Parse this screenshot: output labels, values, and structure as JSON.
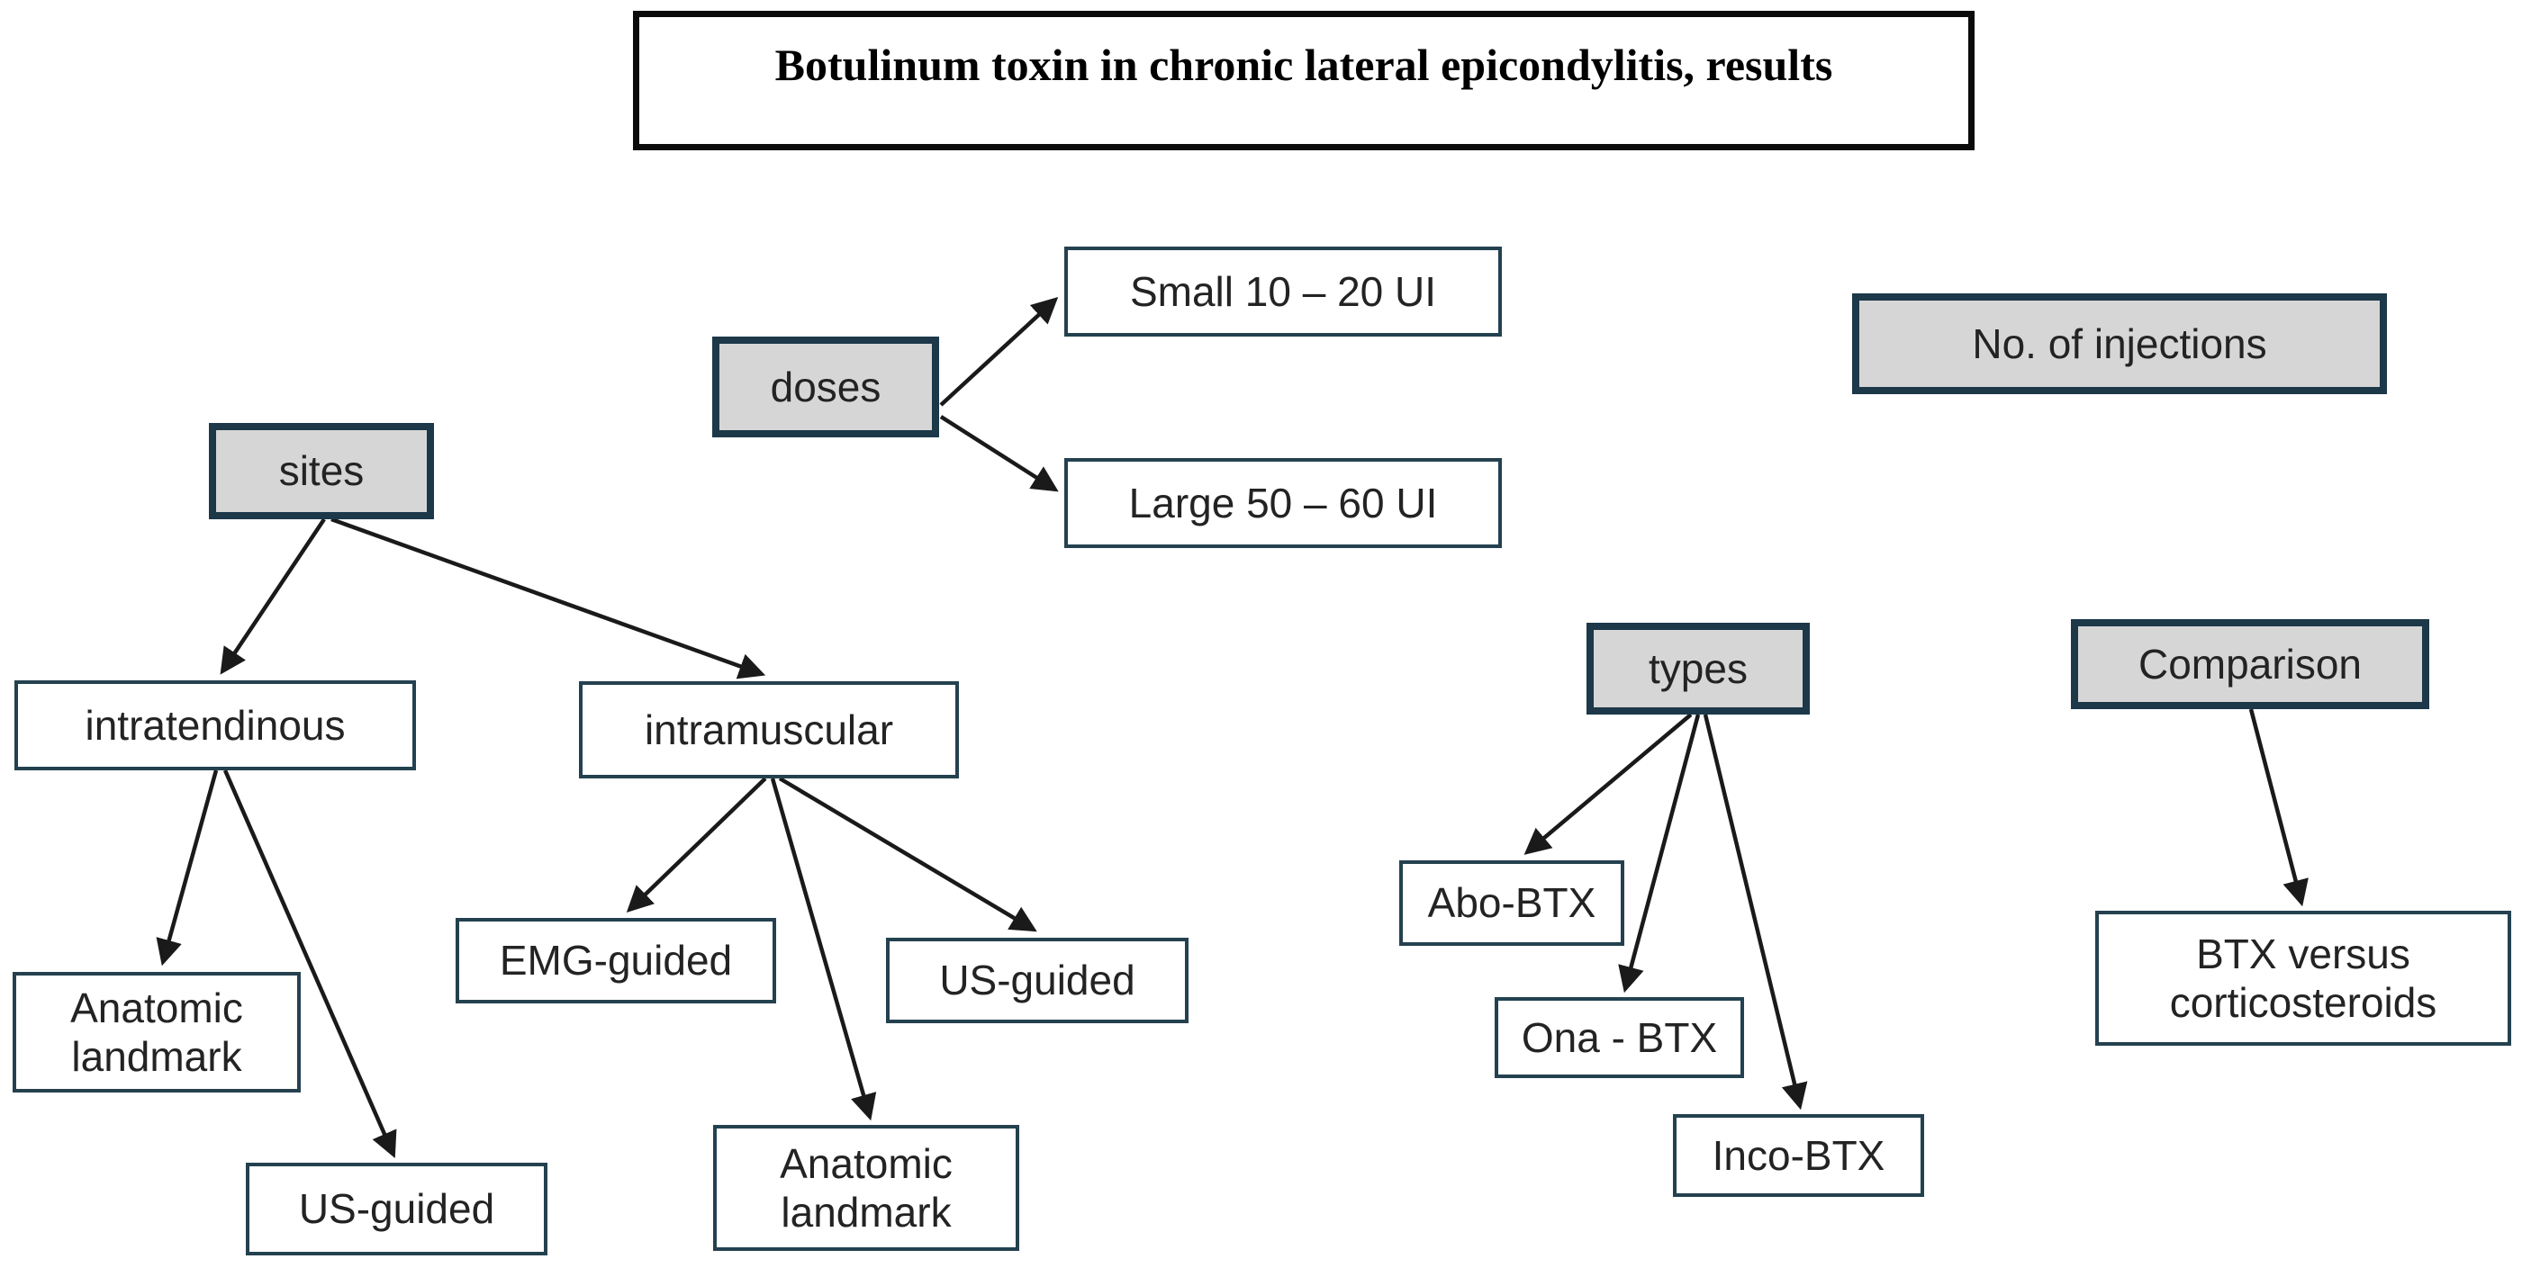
{
  "title": {
    "text": "Botulinum toxin in chronic lateral epicondylitis, results"
  },
  "colors": {
    "background": "#ffffff",
    "category_fill": "#d6d6d6",
    "category_border": "#1c3849",
    "item_border": "#24414f",
    "title_border": "#0b0b0b",
    "arrow": "#1a1a1a",
    "text": "#232323"
  },
  "nodes": {
    "doses": {
      "label": "doses",
      "kind": "category"
    },
    "small_dose": {
      "label": "Small 10 – 20 UI",
      "kind": "item"
    },
    "large_dose": {
      "label": "Large 50 – 60 UI",
      "kind": "item"
    },
    "injections": {
      "label": "No. of injections",
      "kind": "category"
    },
    "sites": {
      "label": "sites",
      "kind": "category"
    },
    "intratendinous": {
      "label": "intratendinous",
      "kind": "item"
    },
    "intramuscular": {
      "label": "intramuscular",
      "kind": "item"
    },
    "anatomic_tendon": {
      "label": "Anatomic landmark",
      "kind": "item"
    },
    "us_guided_tendon": {
      "label": "US-guided",
      "kind": "item"
    },
    "emg_guided": {
      "label": "EMG-guided",
      "kind": "item"
    },
    "anatomic_muscle": {
      "label": "Anatomic landmark",
      "kind": "item"
    },
    "us_guided_muscle": {
      "label": "US-guided",
      "kind": "item"
    },
    "types": {
      "label": "types",
      "kind": "category"
    },
    "abo_btx": {
      "label": "Abo-BTX",
      "kind": "item"
    },
    "ona_btx": {
      "label": "Ona - BTX",
      "kind": "item"
    },
    "inco_btx": {
      "label": "Inco-BTX",
      "kind": "item"
    },
    "comparison": {
      "label": "Comparison",
      "kind": "category"
    },
    "btx_vs_cortico": {
      "label": "BTX versus corticosteroids",
      "kind": "item"
    }
  },
  "edges": [
    {
      "from": "doses",
      "to": "small_dose"
    },
    {
      "from": "doses",
      "to": "large_dose"
    },
    {
      "from": "sites",
      "to": "intratendinous"
    },
    {
      "from": "sites",
      "to": "intramuscular"
    },
    {
      "from": "intratendinous",
      "to": "anatomic_tendon"
    },
    {
      "from": "intratendinous",
      "to": "us_guided_tendon"
    },
    {
      "from": "intramuscular",
      "to": "emg_guided"
    },
    {
      "from": "intramuscular",
      "to": "anatomic_muscle"
    },
    {
      "from": "intramuscular",
      "to": "us_guided_muscle"
    },
    {
      "from": "types",
      "to": "abo_btx"
    },
    {
      "from": "types",
      "to": "ona_btx"
    },
    {
      "from": "types",
      "to": "inco_btx"
    },
    {
      "from": "comparison",
      "to": "btx_vs_cortico"
    }
  ]
}
